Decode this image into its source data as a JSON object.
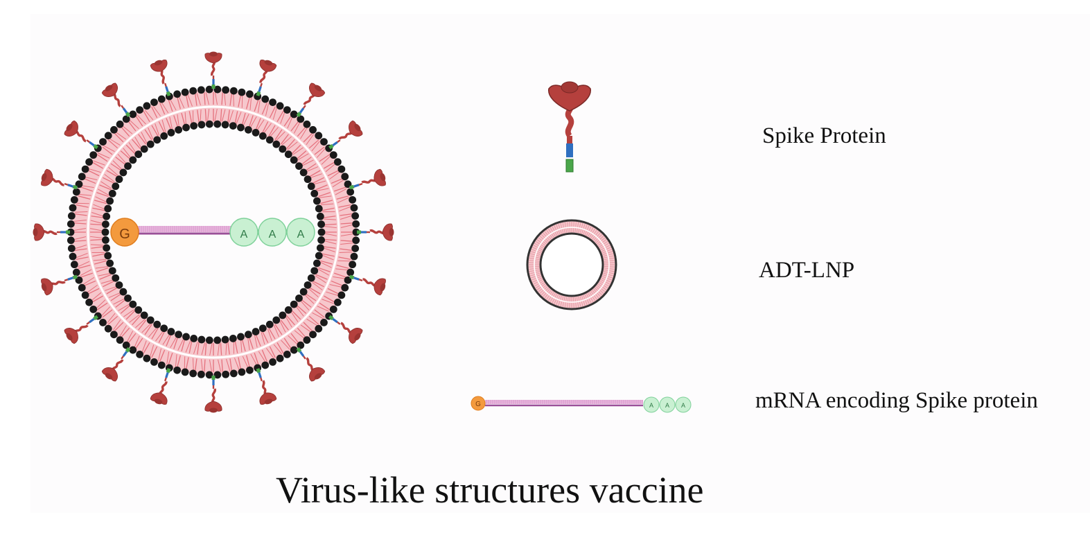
{
  "title": "Virus-like structures vaccine",
  "legend": {
    "spike_label": "Spike Protein",
    "lnp_label": "ADT-LNP",
    "mrna_label": "mRNA encoding Spike protein"
  },
  "mrna": {
    "cap_letter": "G",
    "tail_letters": [
      "A",
      "A",
      "A"
    ]
  },
  "colors": {
    "spike_red": "#b5403d",
    "spike_dark": "#7a2826",
    "membrane_pink": "#e5707c",
    "membrane_fill": "#f6c7cc",
    "head_black": "#1a1a1a",
    "linker_blue": "#2f6fc0",
    "anchor_green": "#4aa64a",
    "cap_orange": "#f39a3e",
    "tail_green": "#c9f0d2",
    "tail_stroke": "#7fd19a",
    "strand_purple": "#9a4f98",
    "strand_pink": "#e8b7dd"
  },
  "icons": {
    "virus": "virus-like-particle-icon",
    "spike": "spike-protein-icon",
    "lnp": "lipid-nanoparticle-icon",
    "mrna": "mrna-strand-icon"
  }
}
